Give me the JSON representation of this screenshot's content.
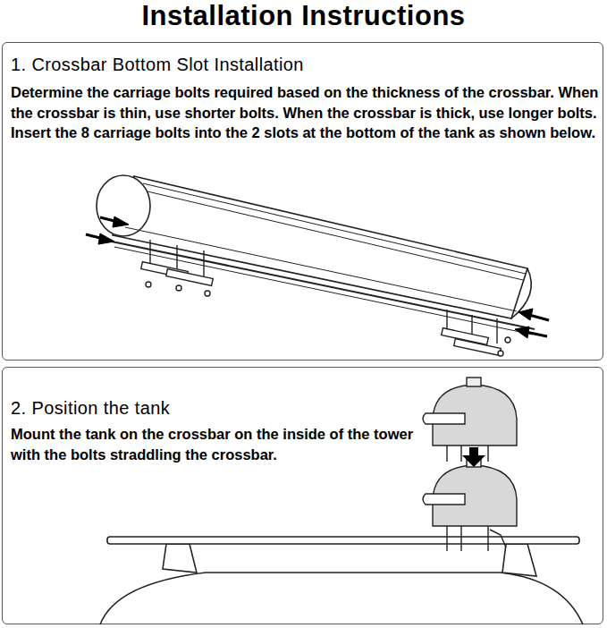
{
  "diagram": {
    "title": "Installation Instructions",
    "nodes": [
      {
        "text": [
          "1. Crossbar Bottom Slot Installation",
          "Determine the carriage bolts required based on the thickness of the crossbar. When the crossbar is thin, use shorter bolts. When the crossbar is thick, use longer bolts. Insert the 8 carriage bolts into the 2 slots at the bottom of the tank as shown below."
        ]
      },
      {
        "text": [
          "2. Position the tank",
          "Mount the tank on the crossbar on the inside of the tower with the bolts straddling the crossbar."
        ]
      }
    ]
  }
}
